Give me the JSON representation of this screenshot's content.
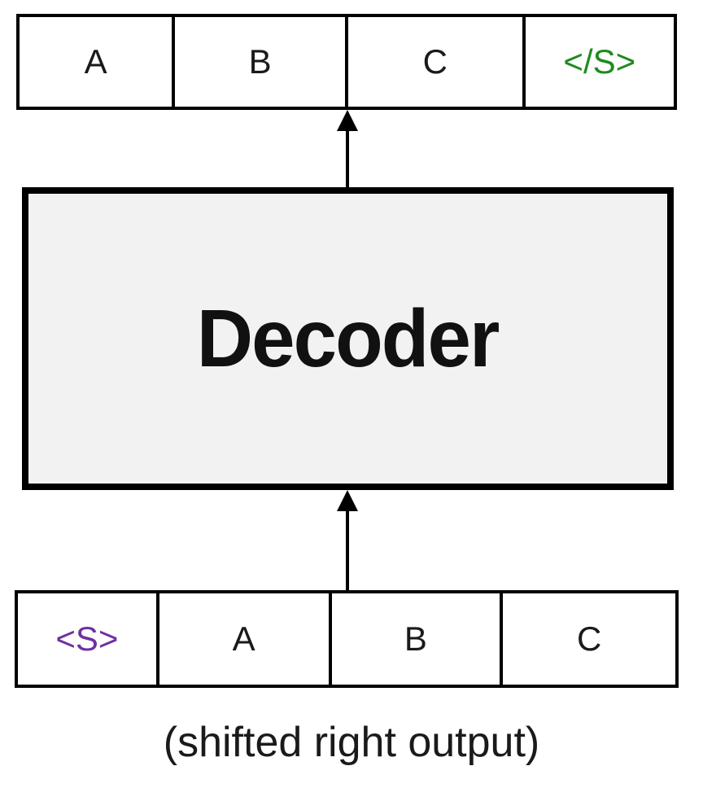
{
  "diagram": {
    "decoder": {
      "label": "Decoder"
    },
    "top_row": {
      "description": "output tokens",
      "tokens": [
        {
          "label": "A"
        },
        {
          "label": "B"
        },
        {
          "label": "C"
        },
        {
          "label": "</S>"
        }
      ]
    },
    "bottom_row": {
      "description": "shifted-right input tokens",
      "tokens": [
        {
          "label": "<S>"
        },
        {
          "label": "A"
        },
        {
          "label": "B"
        },
        {
          "label": "C"
        }
      ]
    },
    "caption": "(shifted right output)",
    "colors": {
      "end_token_green": "#1e8b1e",
      "start_token_purple": "#7030a0",
      "decoder_fill": "#f2f2f2",
      "line_black": "#000000"
    }
  }
}
